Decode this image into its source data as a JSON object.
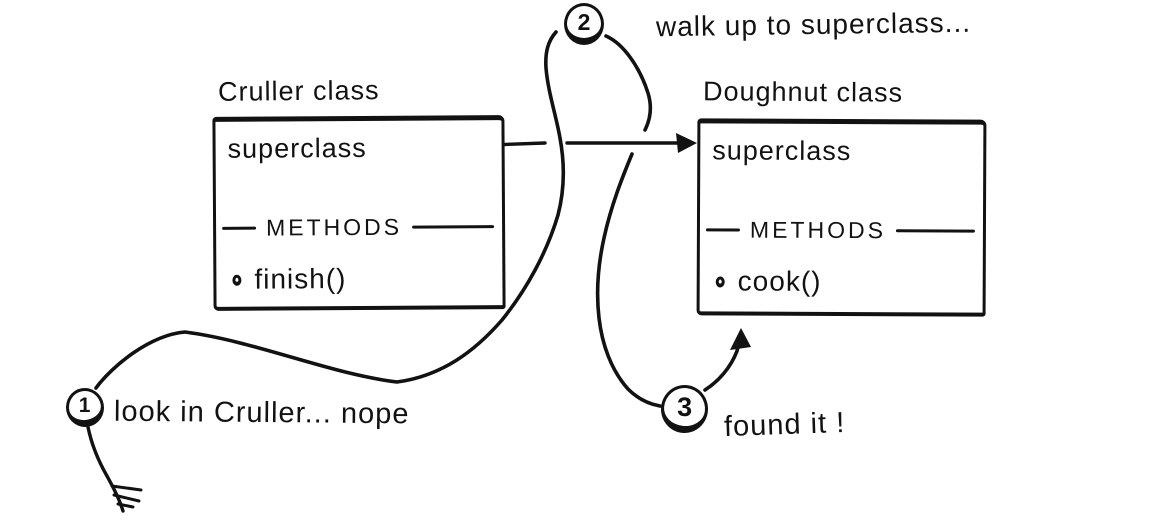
{
  "colors": {
    "ink": "#121212",
    "paper": "#ffffff"
  },
  "classes": [
    {
      "name": "Cruller class",
      "field_label": "superclass",
      "methods_header": "METHODS",
      "methods": [
        {
          "name": "finish()"
        }
      ]
    },
    {
      "name": "Doughnut class",
      "field_label": "superclass",
      "methods_header": "METHODS",
      "methods": [
        {
          "name": "cook()"
        }
      ]
    }
  ],
  "steps": [
    {
      "number": "1",
      "label": "look in Cruller... nope"
    },
    {
      "number": "2",
      "label": "walk up to superclass..."
    },
    {
      "number": "3",
      "label": "found it !"
    }
  ]
}
